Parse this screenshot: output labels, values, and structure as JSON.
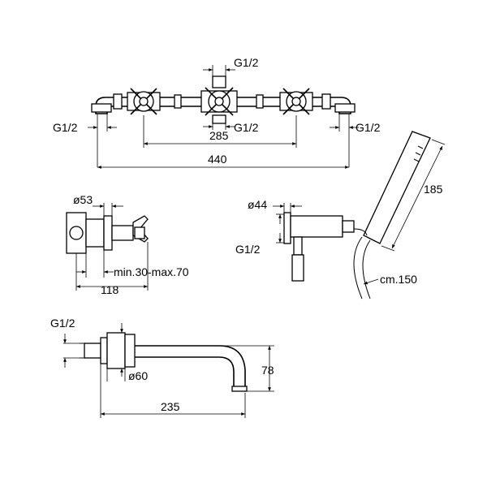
{
  "labels": {
    "top_center_g": "G1/2",
    "top_center_g_below": "G1/2",
    "top_left_g": "G1/2",
    "top_right_g": "G1/2",
    "dim_285": "285",
    "dim_440": "440",
    "dim_185": "185",
    "side_d53": "ø53",
    "side_minmax": "min.30-max.70",
    "side_118": "118",
    "hand_d44": "ø44",
    "hand_g": "G1/2",
    "hose_len": "cm.150",
    "spout_g": "G1/2",
    "spout_d60": "ø60",
    "spout_78": "78",
    "spout_235": "235"
  }
}
